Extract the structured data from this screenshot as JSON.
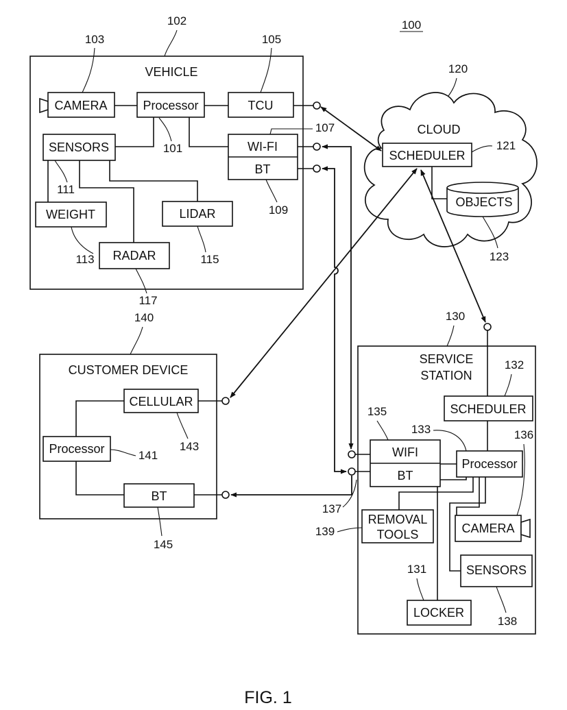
{
  "figure": {
    "number": "100",
    "caption": "FIG. 1"
  },
  "vehicle": {
    "title": "VEHICLE",
    "ref": "102",
    "camera": "CAMERA",
    "camera_ref": "103",
    "processor": "Processor",
    "processor_ref": "101",
    "tcu": "TCU",
    "tcu_ref": "105",
    "sensors": "SENSORS",
    "sensors_ref": "111",
    "wifi": "WI-FI",
    "wifi_ref": "107",
    "bt": "BT",
    "bt_ref": "109",
    "weight": "WEIGHT",
    "weight_ref": "113",
    "lidar": "LIDAR",
    "lidar_ref": "115",
    "radar": "RADAR",
    "radar_ref": "117"
  },
  "cloud": {
    "title": "CLOUD",
    "ref": "120",
    "scheduler": "SCHEDULER",
    "scheduler_ref": "121",
    "objects": "OBJECTS",
    "objects_ref": "123"
  },
  "customer_device": {
    "title": "CUSTOMER DEVICE",
    "ref": "140",
    "cellular": "CELLULAR",
    "cellular_ref": "143",
    "processor": "Processor",
    "processor_ref": "141",
    "bt": "BT",
    "bt_ref": "145"
  },
  "service_station": {
    "title_line1": "SERVICE",
    "title_line2": "STATION",
    "ref": "130",
    "scheduler": "SCHEDULER",
    "scheduler_ref": "132",
    "wifi": "WIFI",
    "wifi_ref": "135",
    "bt": "BT",
    "bt_ref": "137",
    "processor": "Processor",
    "processor_ref": "133",
    "camera": "CAMERA",
    "camera_ref": "136",
    "removal_line1": "REMOVAL",
    "removal_line2": "TOOLS",
    "removal_ref": "139",
    "sensors": "SENSORS",
    "sensors_ref": "138",
    "locker": "LOCKER",
    "locker_ref": "131"
  }
}
